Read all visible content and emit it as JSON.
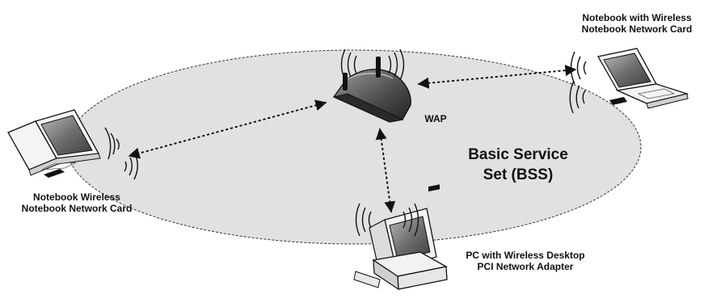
{
  "labels": {
    "top_right": {
      "line1": "Notebook with Wireless",
      "line2": "Notebook Network Card"
    },
    "left": {
      "line1": "Notebook Wireless",
      "line2": "Notebook Network Card"
    },
    "wap": "WAP",
    "bss": {
      "line1": "Basic Service",
      "line2": "Set (BSS)"
    },
    "pc": {
      "line1": "PC with Wireless Desktop",
      "line2": "PCI Network Adapter"
    }
  },
  "colors": {
    "bss_fill": "#e1e1e1",
    "outline": "#222222",
    "device_body": "#f3f3f3",
    "router_body": "#555555",
    "screen": "#8a8a8a"
  },
  "icons": [
    "laptop-icon",
    "access-point-icon",
    "desktop-pc-icon",
    "wireless-signal-icon"
  ]
}
